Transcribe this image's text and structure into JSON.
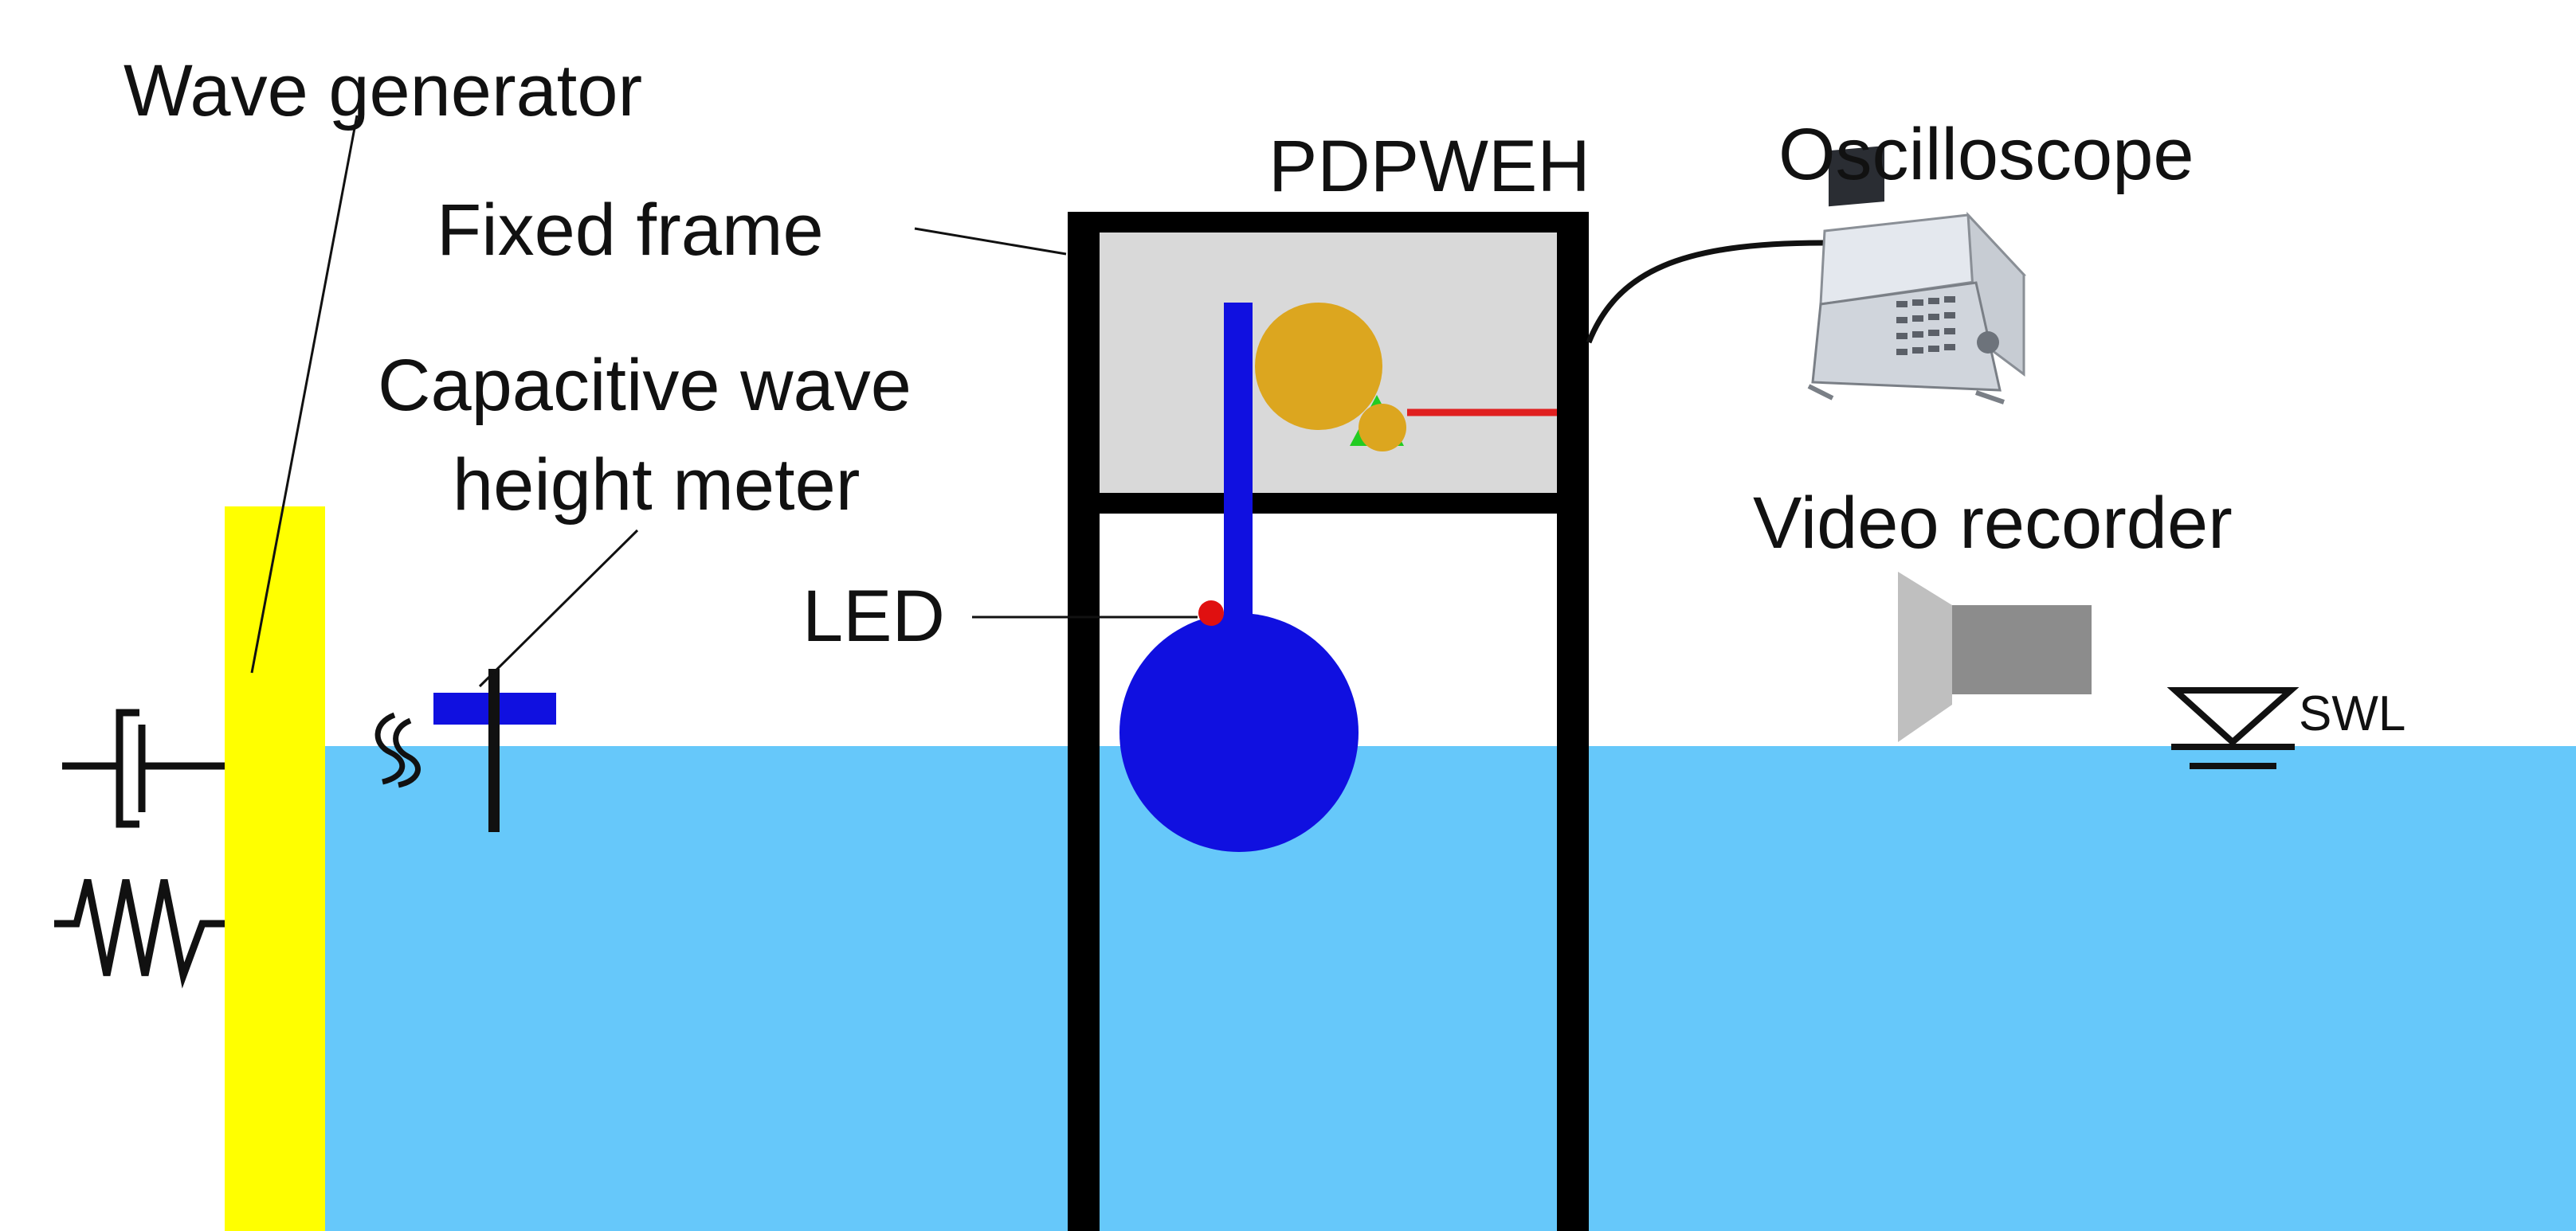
{
  "labels": {
    "wave_generator": "Wave generator",
    "fixed_frame": "Fixed frame",
    "pdpweh": "PDPWEH",
    "oscilloscope": "Oscilloscope",
    "capacitive_line1": "Capacitive wave",
    "capacitive_line2": "height meter",
    "video_recorder": "Video recorder",
    "led": "LED",
    "swl": "SWL"
  },
  "colors": {
    "water": "#66c8fa",
    "wave_generator": "#ffff00",
    "frame": "#000000",
    "housing": "#d9d9d9",
    "float_and_rod": "#1010e0",
    "gear": "#dca61f",
    "green_part": "#22cc22",
    "red_wire": "#e02020",
    "led": "#e01010",
    "camera_light": "#bfbfbf",
    "camera_dark": "#8c8c8c"
  }
}
